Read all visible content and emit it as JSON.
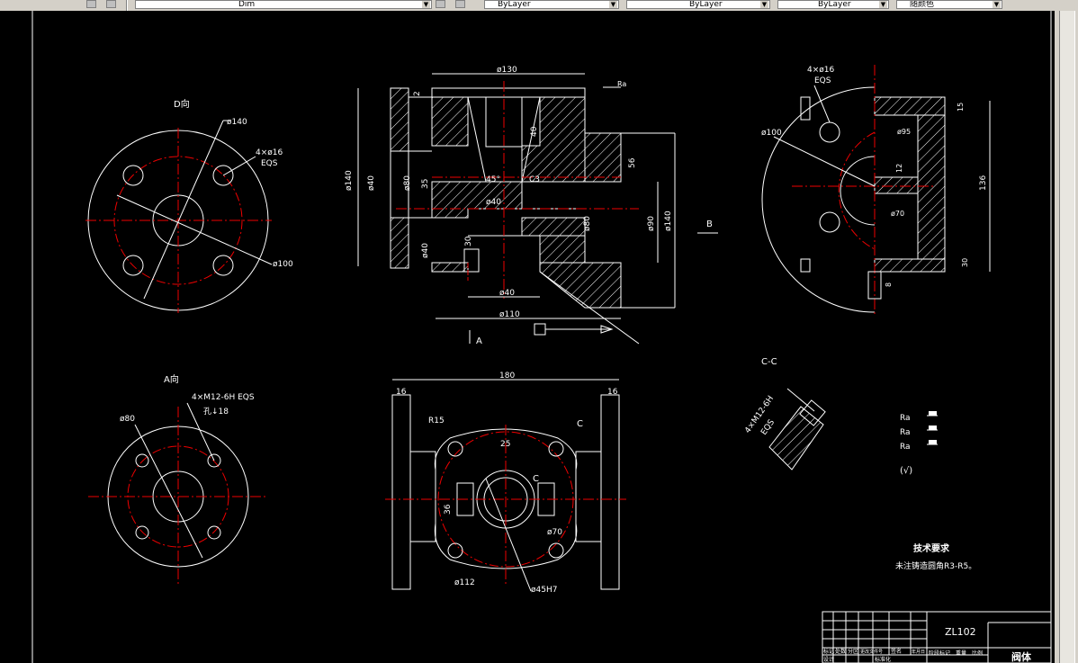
{
  "toolbar": {
    "layer_combo": "Dim",
    "color_combo": "ByLayer",
    "linetype_combo": "ByLayer",
    "lineweight_combo": "ByLayer",
    "plotstyle_combo": "随颜色"
  },
  "drawing": {
    "view_d": {
      "title": "D向",
      "dia_outer": "ø140",
      "holes": "4×ø16",
      "holes_depth": "EQS",
      "dia_bolt": "ø100"
    },
    "section_main": {
      "top_dia": "ø130",
      "d140": "ø140",
      "d40": "ø40",
      "d80": "ø80",
      "d35": "35",
      "dim2": "2",
      "dim40": "40",
      "dim56": "56",
      "angle": "45°",
      "chamfer": "C3",
      "d40b": "ø40",
      "d30": "30",
      "d40c": "ø40",
      "d80b": "ø80",
      "d90": "ø90",
      "d140b": "ø140",
      "d40d": "ø40",
      "d110": "ø110",
      "rough_sym": "Ra",
      "sec_label_a": "A",
      "sec_label_b": "B"
    },
    "view_side": {
      "holes": "4×ø16",
      "holes_depth": "EQS",
      "d100": "ø100",
      "d95": "ø95",
      "d12": "12",
      "d70": "ø70",
      "d15": "15",
      "d136": "136",
      "d30": "30",
      "d8": "8"
    },
    "view_a": {
      "title": "A向",
      "holes": "4×M12-6H EQS",
      "depth": "孔↓18",
      "d80": "ø80"
    },
    "view_top": {
      "width": "180",
      "w16a": "16",
      "w16b": "16",
      "r15": "R15",
      "d25": "25",
      "c_label": "C",
      "c_label2": "C",
      "d70": "ø70",
      "d112": "ø112",
      "d36": "36",
      "d45": "ø45H7"
    },
    "section_c": {
      "title": "C-C",
      "note": "4×M12-6H",
      "note2": "EQS"
    },
    "roughness": {
      "r1": "Ra",
      "r2": "Ra",
      "r3": "Ra",
      "r4": "(√)"
    },
    "tech_req": {
      "title": "技术要求",
      "line1": "未注铸造圆角R3-R5。"
    },
    "title_block": {
      "drawing_no": "ZL102",
      "part_name": "阀体",
      "c1": "标记",
      "c2": "处数",
      "c3": "分区",
      "c4": "更改文件号",
      "c5": "签名",
      "c6": "年月日",
      "c7": "设计",
      "c8": "标准化",
      "c9": "阶段标记",
      "c10": "重量",
      "c11": "比例"
    }
  }
}
